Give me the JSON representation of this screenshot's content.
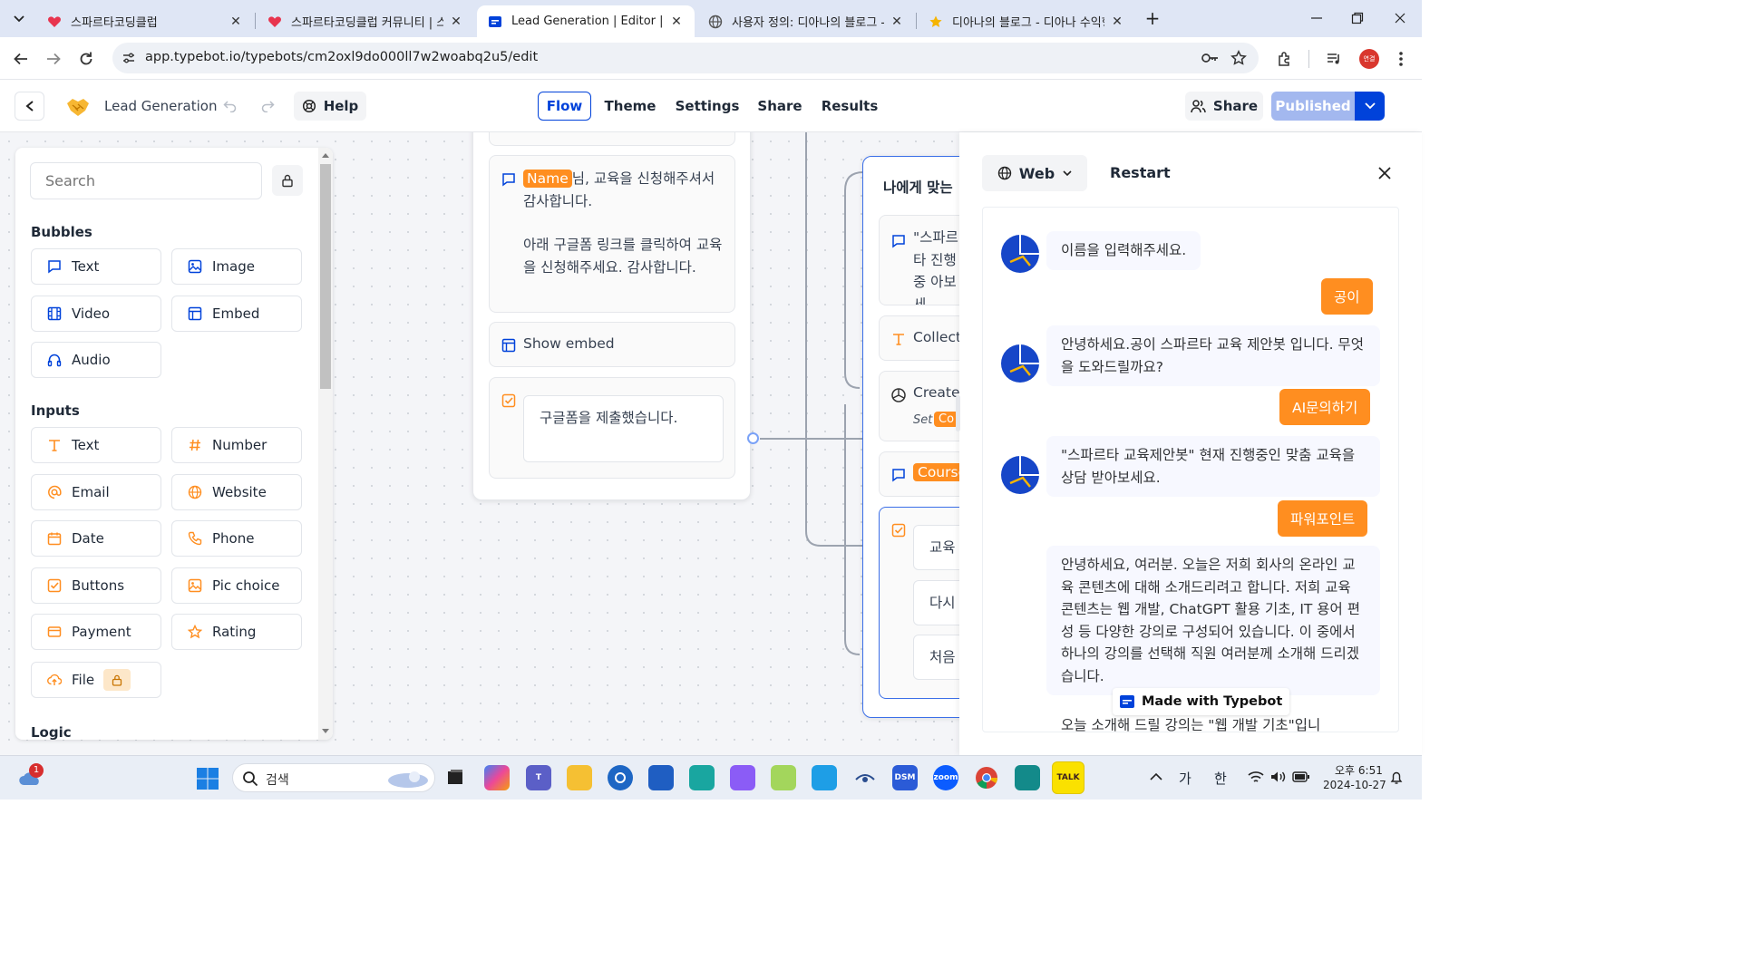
{
  "browser": {
    "tabs": [
      {
        "title": "스파르타코딩클럽",
        "active": false
      },
      {
        "title": "스파르타코딩클럽 커뮤니티 | 스",
        "active": false
      },
      {
        "title": "Lead Generation | Editor | Typebot",
        "active": true
      },
      {
        "title": "사용자 정의: 디아나의 블로그 - 디",
        "active": false
      },
      {
        "title": "디아나의 블로그 - 디아나 수익형",
        "active": false
      }
    ],
    "close_glyph": "✕",
    "new_tab": "+",
    "url": "app.typebot.io/typebots/cm2oxl9do000ll7w2woabq2u5/edit",
    "profile": "연결"
  },
  "header": {
    "back": "‹",
    "title": "Lead Generation",
    "help": "Help",
    "tabs": [
      "Flow",
      "Theme",
      "Settings",
      "Share",
      "Results"
    ],
    "selected_tab": "Flow",
    "share": "Share",
    "published": "Published"
  },
  "sidebar": {
    "search_placeholder": "Search",
    "bubbles_label": "Bubbles",
    "bubbles": [
      "Text",
      "Image",
      "Video",
      "Embed",
      "Audio"
    ],
    "inputs_label": "Inputs",
    "inputs": [
      "Text",
      "Number",
      "Email",
      "Website",
      "Date",
      "Phone",
      "Buttons",
      "Pic choice",
      "Payment",
      "Rating",
      "File"
    ],
    "logic_label": "Logic"
  },
  "flow": {
    "name_var": "Name",
    "msg1_rest": "님, 교육을 신청해주셔서 감사합니다.",
    "msg1_line2": "아래 구글폼 링크를 클릭하여 교육을 신청해주세요. 감사합니다.",
    "show_embed": "Show embed",
    "button_item": "구글폼을 제출했습니다.",
    "group2_title": "나에게 맞는",
    "g2_text": "\"스파르타 진행중 아보세",
    "g2_collect": "Collect",
    "g2_create": "Create",
    "g2_set": "Set",
    "g2_set_var": "Co",
    "g2_course": "Course",
    "g2_btn1": "교육",
    "g2_btn2": "다시",
    "g2_btn3": "처음"
  },
  "preview": {
    "web": "Web",
    "restart": "Restart",
    "messages": [
      {
        "from": "bot",
        "text": "이름을 입력해주세요."
      },
      {
        "from": "user",
        "text": "공이"
      },
      {
        "from": "bot",
        "text": "안녕하세요.공이 스파르타 교육 제안봇 입니다. 무엇을 도와드릴까요?"
      },
      {
        "from": "user",
        "text": "AI문의하기"
      },
      {
        "from": "bot",
        "text": "\"스파르타 교육제안봇\" 현재 진행중인 맞춤 교육을 상담 받아보세요."
      },
      {
        "from": "user",
        "text": "파워포인트"
      },
      {
        "from": "bot",
        "text": "안녕하세요, 여러분. 오늘은 저희 회사의 온라인 교육 콘텐츠에 대해 소개드리려고 합니다. 저희 교육 콘텐츠는 웹 개발, ChatGPT 활용 기초, IT 용어 편성 등 다양한 강의로 구성되어 있습니다. 이 중에서 하나의 강의를 선택해 직원 여러분께 소개해 드리겠습니다."
      },
      {
        "from": "bot",
        "text": "오늘 소개해 드릴 강의는 \"웹 개발 기초\"입니"
      }
    ],
    "made_with": "Made with Typebot"
  },
  "taskbar": {
    "search": "검색",
    "badge": "1",
    "ime1": "가",
    "ime2": "한",
    "time": "오후 6:51",
    "date": "2024-10-27",
    "app_labels": {
      "dsm": "DSM",
      "zoom": "zoom",
      "talk": "TALK"
    }
  },
  "colors": {
    "accent": "#0042da",
    "orange": "#ff8e20",
    "published": "#a3b8ef"
  }
}
